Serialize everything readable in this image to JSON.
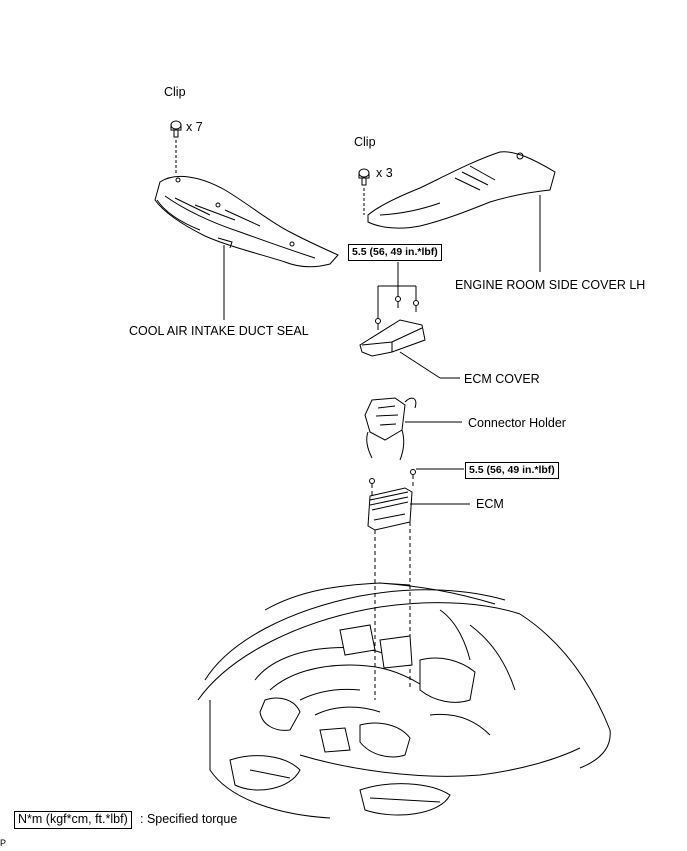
{
  "labels": {
    "clip_left": "Clip",
    "clip_left_qty": "x 7",
    "clip_right": "Clip",
    "clip_right_qty": "x 3",
    "cool_air_seal": "COOL AIR INTAKE DUCT SEAL",
    "engine_cover": "ENGINE ROOM SIDE COVER LH",
    "ecm_cover": "ECM COVER",
    "connector_holder": "Connector Holder",
    "ecm": "ECM"
  },
  "torques": {
    "ecm_cover_bolts": "5.5 (56, 49 in.*lbf)",
    "ecm_nuts": "5.5 (56, 49 in.*lbf)"
  },
  "legend": {
    "torque_unit": "N*m (kgf*cm, ft.*lbf)",
    "description": ": Specified torque"
  },
  "corner_mark": "P"
}
